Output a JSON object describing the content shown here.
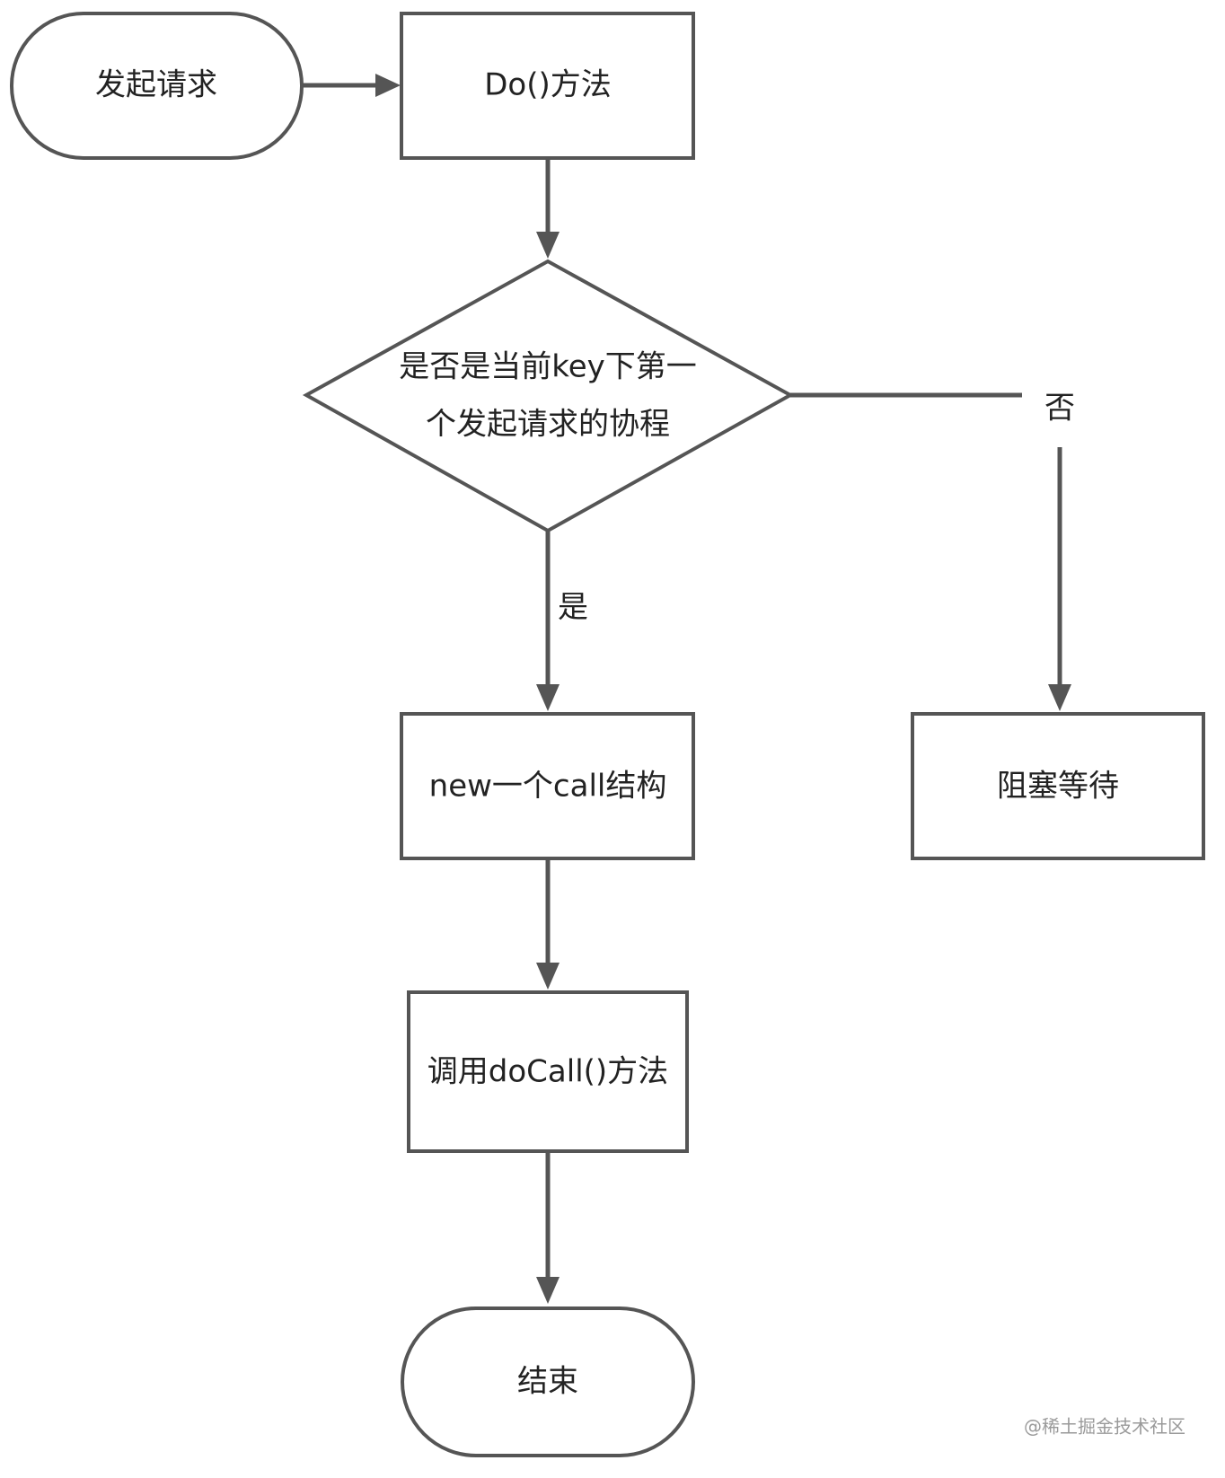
{
  "diagram": {
    "nodes": {
      "start": "发起请求",
      "do_method": "Do()方法",
      "decision_line1": "是否是当前key下第一",
      "decision_line2": "个发起请求的协程",
      "new_call": "new一个call结构",
      "block_wait": "阻塞等待",
      "do_call": "调用doCall()方法",
      "end": "结束"
    },
    "edge_labels": {
      "yes": "是",
      "no": "否"
    }
  },
  "watermark": "@稀土掘金技术社区",
  "colors": {
    "stroke": "#555555",
    "text": "#222222",
    "background": "#ffffff",
    "watermark": "#9a9a9a"
  }
}
